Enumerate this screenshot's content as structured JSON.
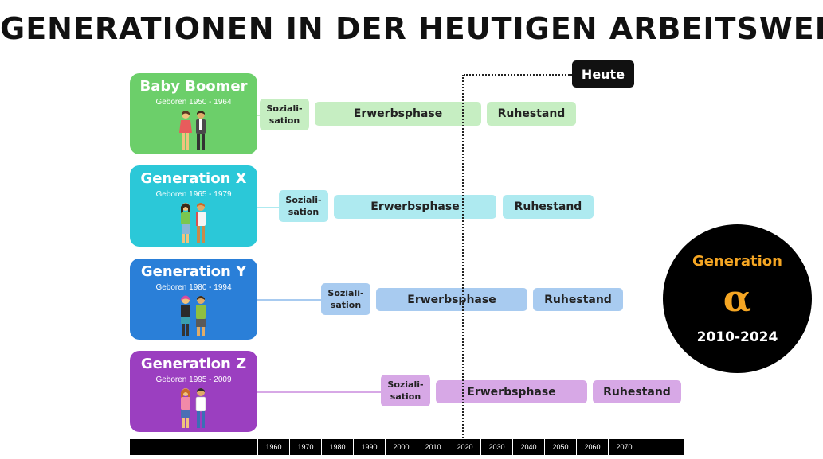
{
  "title": "GENERATIONEN IN DER HEUTIGEN ARBEITSWELT",
  "generations": [
    {
      "name": "Baby Boomer",
      "born": "Geboren 1950 - 1964",
      "color": "#6ccf6a",
      "light": "#c6eec2",
      "phases": {
        "soz": "Soziali-\nsation",
        "erw": "Erwerbsphase",
        "ruh": "Ruhestand"
      }
    },
    {
      "name": "Generation X",
      "born": "Geboren 1965 - 1979",
      "color": "#2bc8d8",
      "light": "#aeeaf0",
      "phases": {
        "soz": "Soziali-\nsation",
        "erw": "Erwerbsphase",
        "ruh": "Ruhestand"
      }
    },
    {
      "name": "Generation Y",
      "born": "Geboren 1980 - 1994",
      "color": "#2a7fd8",
      "light": "#a8cbf0",
      "phases": {
        "soz": "Soziali-\nsation",
        "erw": "Erwerbsphase",
        "ruh": "Ruhestand"
      }
    },
    {
      "name": "Generation Z",
      "born": "Geboren 1995 - 2009",
      "color": "#9b3fc0",
      "light": "#d7a8e6",
      "phases": {
        "soz": "Soziali-\nsation",
        "erw": "Erwerbsphase",
        "ruh": "Ruhestand"
      }
    }
  ],
  "today": "Heute",
  "alpha": {
    "label": "Generation",
    "symbol": "α",
    "years": "2010-2024",
    "accent": "#f5a623"
  },
  "timeline": [
    "1960",
    "1970",
    "1980",
    "1990",
    "2000",
    "2010",
    "2020",
    "2030",
    "2040",
    "2050",
    "2060",
    "2070"
  ],
  "icons": {
    "people": "man-woman-couple-icon"
  }
}
